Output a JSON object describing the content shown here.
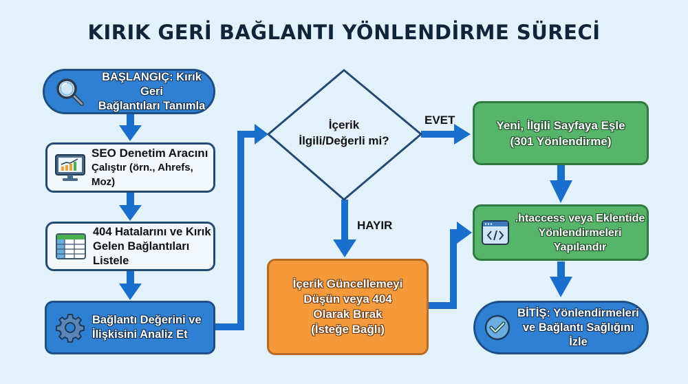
{
  "title": "KIRIK GERİ BAĞLANTI YÖNLENDİRME SÜRECİ",
  "colors": {
    "background": "#e3f1fa",
    "primary_blue": "#2f80d3",
    "connector_blue": "#1a6fcc",
    "green": "#57b56a",
    "orange": "#f59a3b",
    "white_box": "#f2f8fc",
    "title": "#12243a"
  },
  "nodes": {
    "start": {
      "line1": "BAŞLANGIÇ: Kırık Geri",
      "line2": "Bağlantıları Tanımla",
      "icon": "magnifier-icon"
    },
    "audit": {
      "line1": "SEO Denetim Aracını",
      "line2": "Çalıştır (örn., Ahrefs, Moz)",
      "icon": "monitor-chart-icon"
    },
    "list": {
      "line1": "404 Hatalarını ve Kırık",
      "line2": "Gelen Bağlantıları Listele",
      "icon": "spreadsheet-icon"
    },
    "analyze": {
      "line1": "Bağlantı Değerini ve",
      "line2": "İlişkisini Analiz Et",
      "icon": "gear-icon"
    },
    "decision": {
      "line1": "İçerik",
      "line2": "İlgili/Değerli mi?"
    },
    "map": {
      "line1": "Yeni, İlgili Sayfaya Eşle",
      "line2": "(301 Yönlendirme)"
    },
    "configure": {
      "line1": ".htaccess veya Eklentide",
      "line2": "Yönlendirmeleri Yapılandır",
      "icon": "code-window-icon"
    },
    "update": {
      "line1": "İçerik Güncellemeyi",
      "line2": "Düşün veya 404",
      "line3": "Olarak Bırak",
      "line4": "(İsteğe Bağlı)"
    },
    "end": {
      "line1": "BİTİŞ: Yönlendirmeleri",
      "line2": "ve Bağlantı Sağlığını",
      "line3": "İzle",
      "icon": "checkmark-icon"
    }
  },
  "labels": {
    "yes": "EVET",
    "no": "HAYIR"
  }
}
